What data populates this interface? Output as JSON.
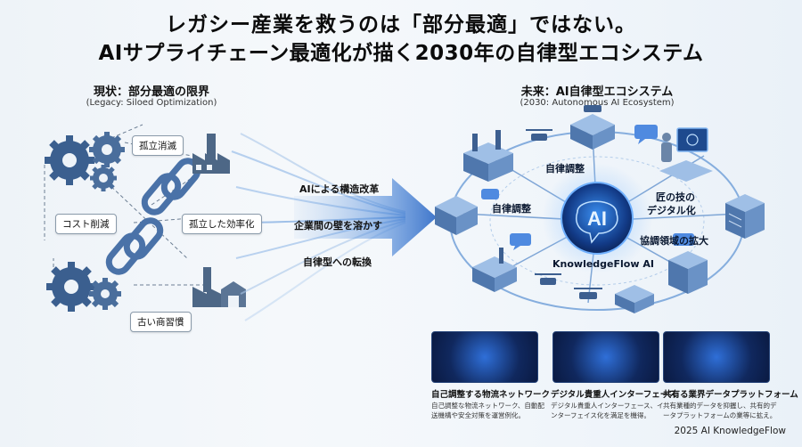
{
  "title_line1": "レガシー産業を救うのは「部分最適」ではない。",
  "title_line2": "AIサプライチェーン最適化が描く2030年の自律型エコシステム",
  "left": {
    "title": "現状：部分最適の限界",
    "subtitle": "(Legacy: Siloed Optimization)",
    "tags": [
      "孤立消滅",
      "コスト削減",
      "孤立した効率化",
      "古い商習慣"
    ]
  },
  "flow": {
    "labels": [
      "AIによる構造改革",
      "企業間の壁を溶かす",
      "自律型への転換"
    ]
  },
  "right": {
    "title": "未来：AI自律型エコシステム",
    "subtitle": "(2030: Autonomous AI Ecosystem)",
    "hub_text": "AI",
    "hub_label": "KnowledgeFlow AI",
    "node_labels": [
      "自律調整",
      "自律調整",
      "匠の技の",
      "デジタル化",
      "協調領域の拡大"
    ]
  },
  "cards": [
    {
      "title": "自己調整する物流ネットワーク",
      "desc": "自己調整な物流ネットワーク、自動配送機構や安全対策を運営例化。"
    },
    {
      "title": "デジタル貴重人インターフェース",
      "desc": "デジタル貴重人インターフェース、インターフェイス化を満足を機得。"
    },
    {
      "title": "共有る業界データプラットフォーム",
      "desc": "共有業種的データを抑握し、共有的データプラットフォームの業等に拡え。"
    }
  ],
  "footer": "2025 AI KnowledgeFlow",
  "colors": {
    "accent": "#1f5fc2",
    "dark": "#0b1f4d",
    "gear": "#3b5f8f"
  }
}
